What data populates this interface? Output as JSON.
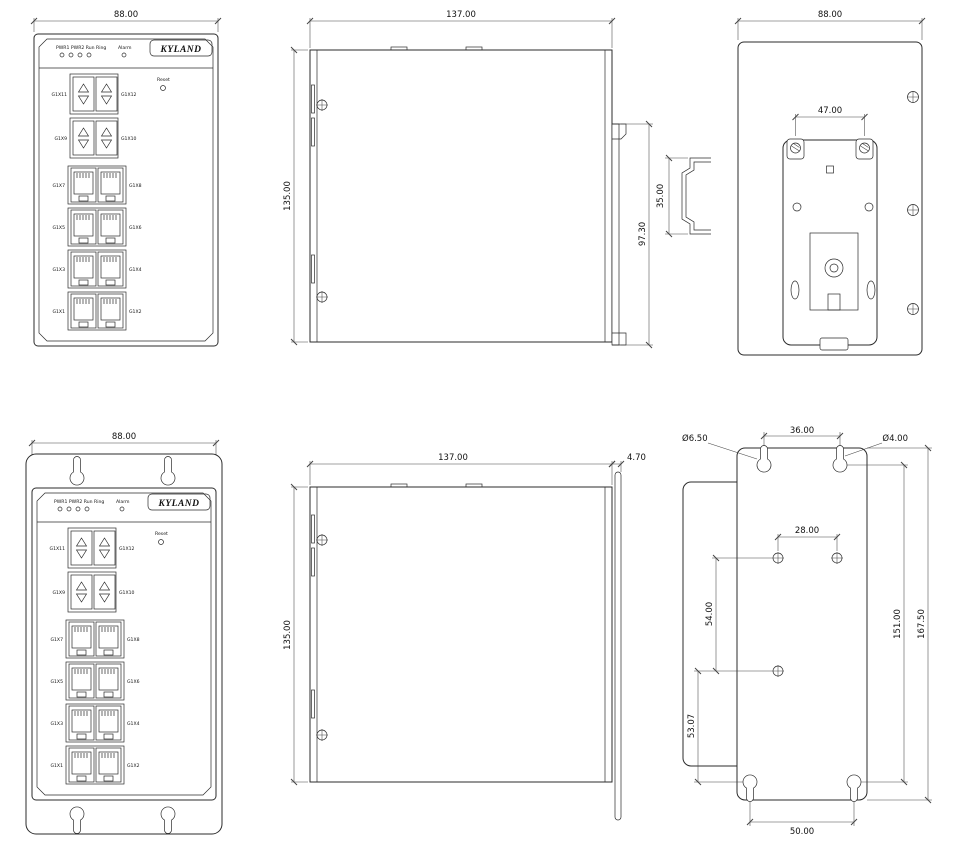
{
  "drawing": {
    "brand": "KYLAND",
    "panel": {
      "led_row": "PWR1 PWR2 Run Ring",
      "alarm_label": "Alarm",
      "reset_label": "Reset",
      "sfp_rows": [
        {
          "left": "G1X11",
          "right": "G1X12"
        },
        {
          "left": "G1X9",
          "right": "G1X10"
        }
      ],
      "rj45_rows": [
        {
          "left": "G1X7",
          "right": "G1X8"
        },
        {
          "left": "G1X5",
          "right": "G1X6"
        },
        {
          "left": "G1X3",
          "right": "G1X4"
        },
        {
          "left": "G1X1",
          "right": "G1X2"
        }
      ]
    },
    "dimensions": {
      "din_front_width": "88.00",
      "din_side_depth": "137.00",
      "din_side_height": "135.00",
      "din_clip_height": "97.30",
      "din_rail_height": "35.00",
      "din_back_width": "88.00",
      "din_clip_spacing": "47.00",
      "wall_front_width": "88.00",
      "wall_side_depth": "137.00",
      "wall_side_height": "135.00",
      "wall_plate_offset": "4.70",
      "wall_top_hole_spacing": "36.00",
      "wall_keyhole_dia": "Ø6.50",
      "wall_slot_width": "Ø4.00",
      "wall_screw_spacing_h": "28.00",
      "wall_screw_spacing_v": "54.00",
      "wall_lower_spacing_v": "53.07",
      "wall_keyhole_spacing_v": "151.00",
      "wall_plate_height": "167.50",
      "wall_bottom_hole_spacing": "50.00"
    }
  }
}
